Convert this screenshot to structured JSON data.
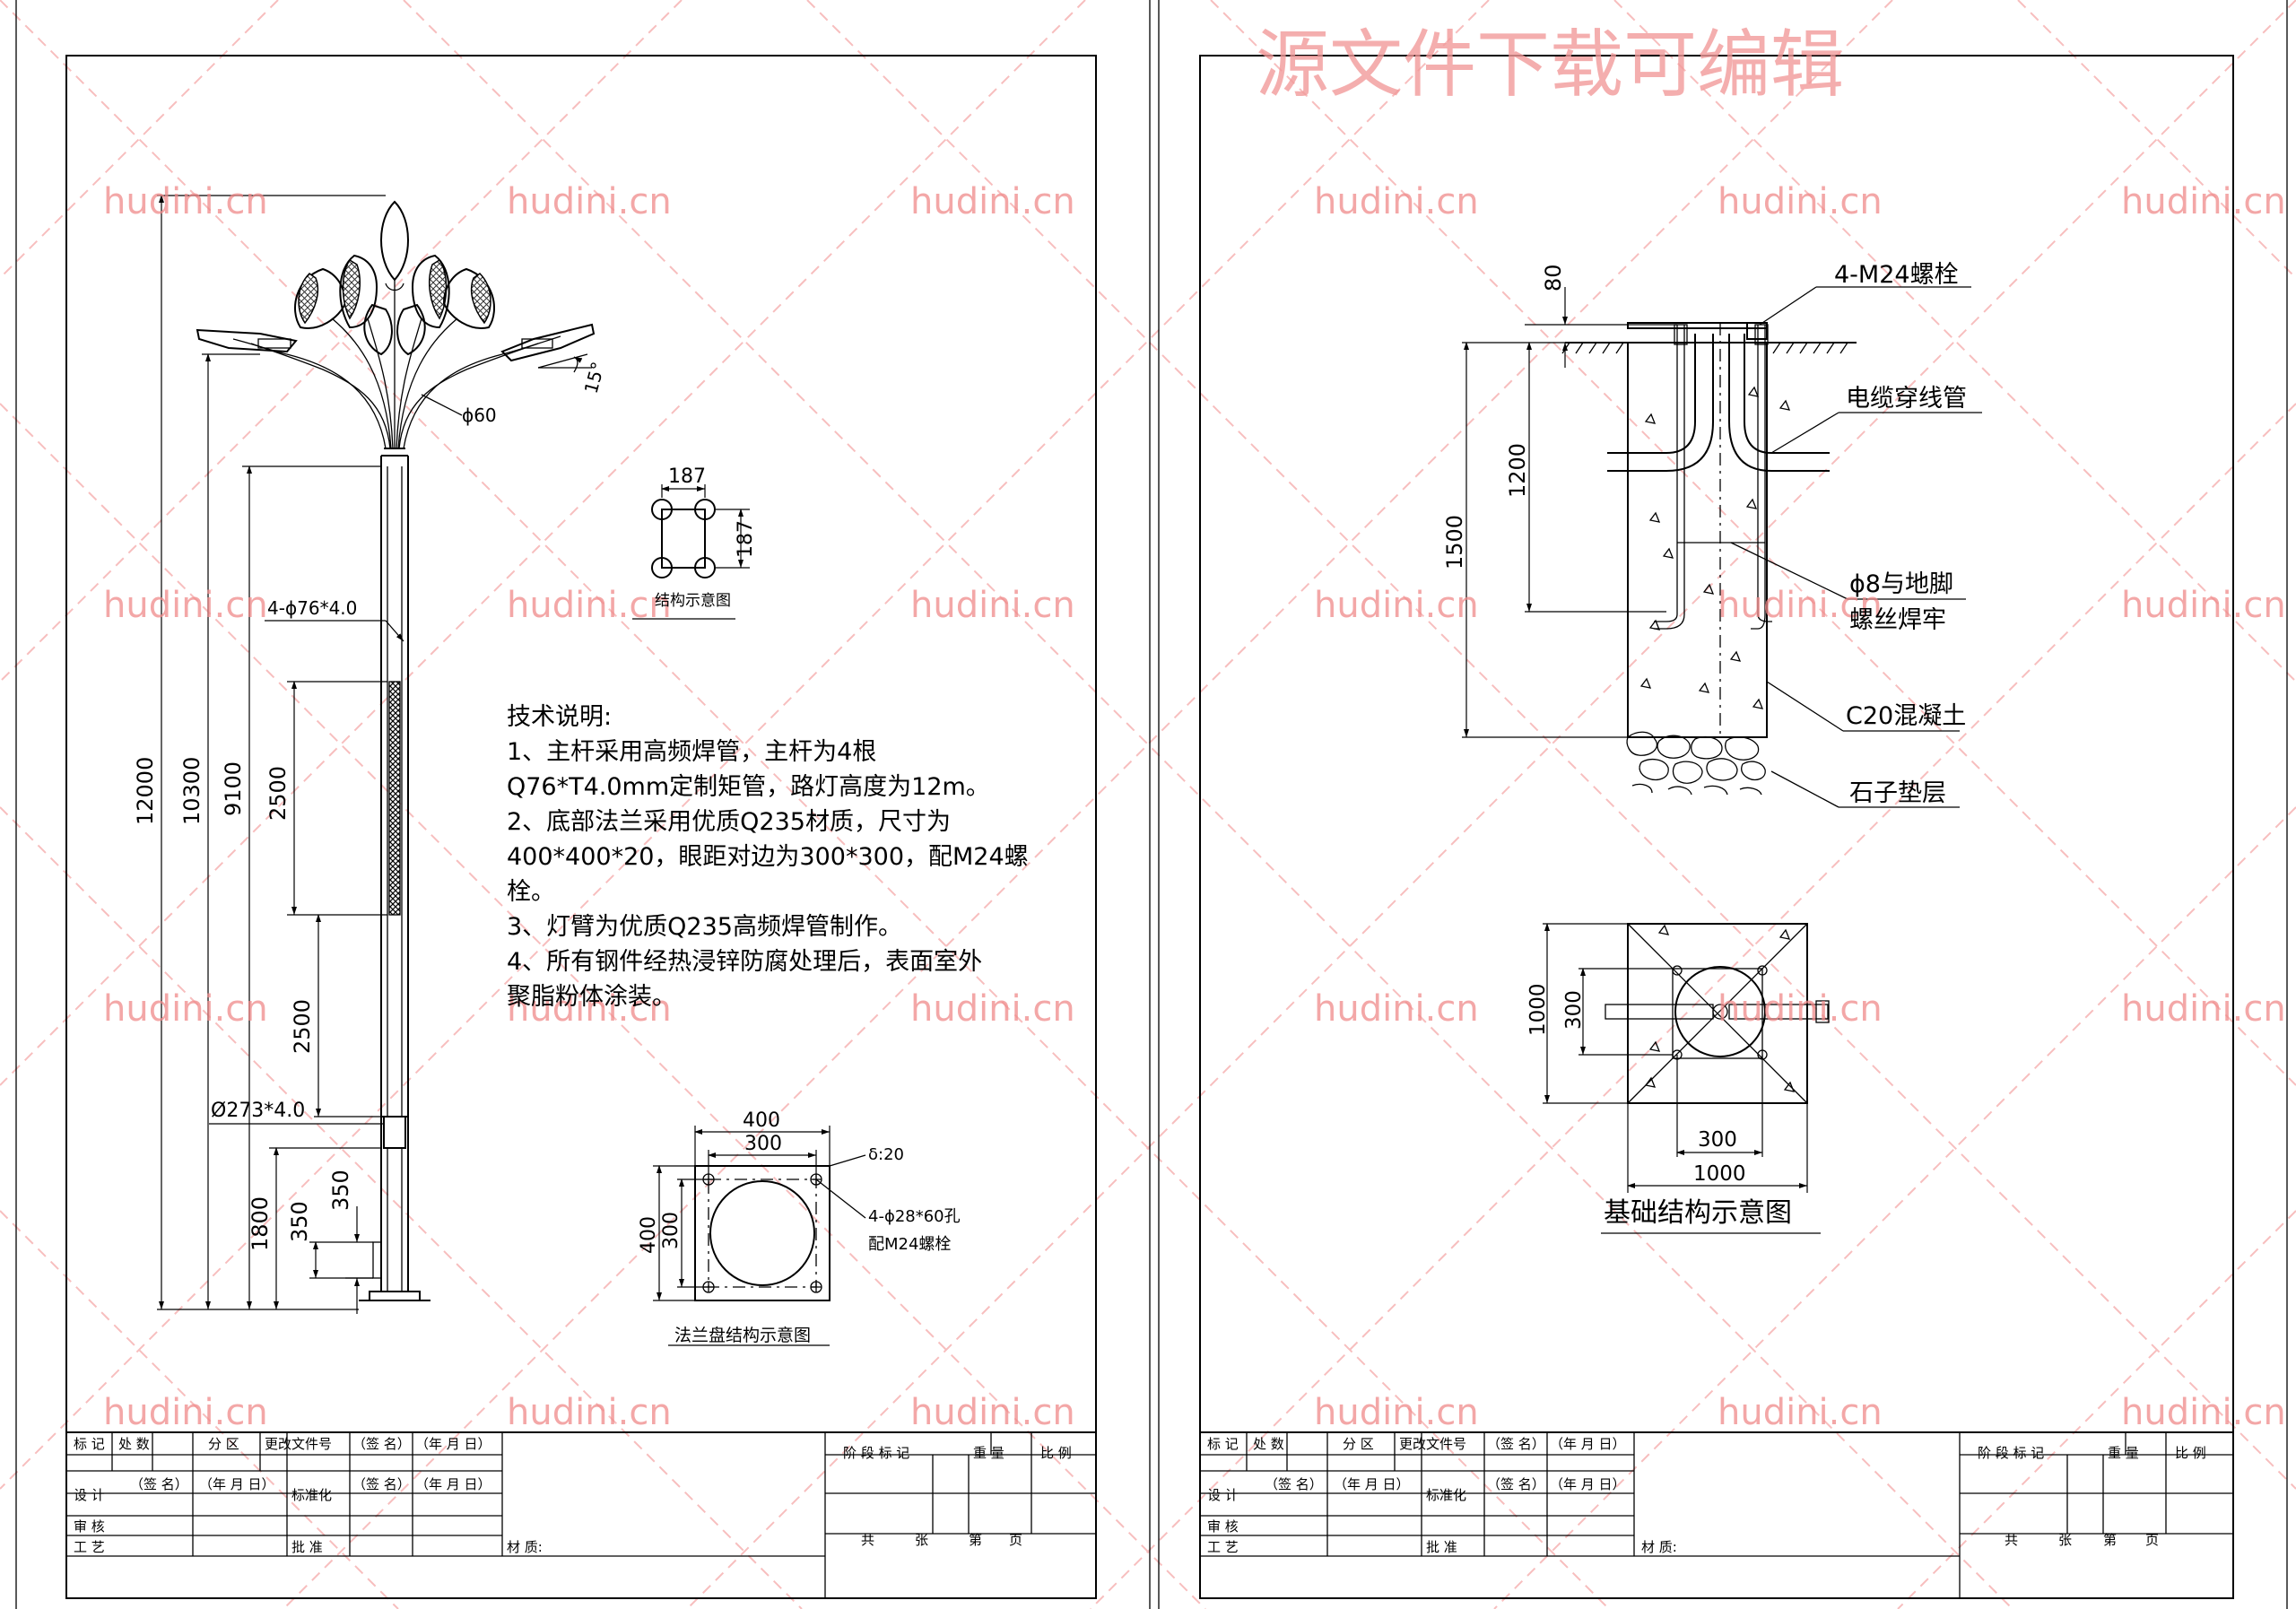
{
  "watermark": {
    "site": "hudini.cn",
    "banner": "源文件下载可编辑"
  },
  "sheet1": {
    "pole": {
      "dims": {
        "total": "12000",
        "arm": "10300",
        "lamp": "9100",
        "seg_a": "2500",
        "seg_b": "2500",
        "base": "1800",
        "small_a": "350",
        "small_b": "350"
      },
      "labels": {
        "phi60": "ϕ60",
        "tubes": "4-ϕ76*4.0",
        "main_tube": "Ø273*4.0",
        "angle": "15°"
      }
    },
    "section": {
      "w": "187",
      "h": "187",
      "caption": "结构示意图"
    },
    "tech": {
      "title": "技术说明:",
      "lines": [
        "1、主杆采用高频焊管，主杆为4根",
        "Q76*T4.0mm定制矩管，路灯高度为12m。",
        "2、底部法兰采用优质Q235材质，尺寸为",
        "400*400*20，眼距对边为300*300，配M24螺",
        "栓。",
        "3、灯臂为优质Q235高频焊管制作。",
        "4、所有钢件经热浸锌防腐处理后，表面室外",
        "聚脂粉体涂装。"
      ]
    },
    "flange": {
      "outer": "400",
      "inner": "300",
      "outer_v": "400",
      "inner_v": "300",
      "thickness": "δ:20",
      "holes": "4-ϕ28*60孔",
      "bolts": "配M24螺栓",
      "caption": "法兰盘结构示意图"
    }
  },
  "sheet2": {
    "foundation": {
      "top": "80",
      "depth": "1500",
      "bolt_len": "1200",
      "bolts": "4-M24螺栓",
      "conduit": "电缆穿线管",
      "weld_a": "ϕ8与地脚",
      "weld_b": "螺丝焊牢",
      "concrete": "C20混凝土",
      "gravel": "石子垫层"
    },
    "plan": {
      "size_v": "1000",
      "bolt_v": "300",
      "bolt_h": "300",
      "size_h": "1000",
      "caption": "基础结构示意图"
    }
  },
  "title_block": {
    "mark": "标 记",
    "count": "处 数",
    "zone": "分 区",
    "doc": "更改文件号",
    "sign": "（签 名）",
    "date": "（年 月 日）",
    "design": "设 计",
    "standard": "标准化",
    "review": "审 核",
    "craft": "工 艺",
    "approve": "批 准",
    "material": "材 质:",
    "stage": "阶 段 标 记",
    "weight": "重 量",
    "scale": "比 例",
    "total": "共",
    "sheets": "张",
    "no": "第",
    "page": "页"
  }
}
